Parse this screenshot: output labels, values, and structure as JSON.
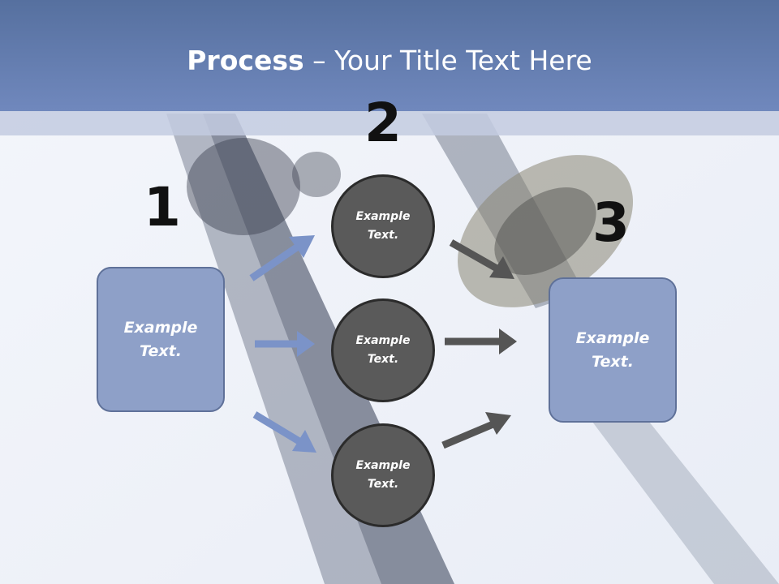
{
  "colors": {
    "header": "#6a83b8",
    "box_fill": "#8ea0c8",
    "circle_fill": "#5a5a5a",
    "arrow_blue": "#7b93c8",
    "arrow_gray": "#555555"
  },
  "title": {
    "bold": "Process",
    "rest": " – Your Title Text Here"
  },
  "steps": {
    "one": "1",
    "two": "2",
    "three": "3"
  },
  "left_box": {
    "text": "Example Text."
  },
  "circles": [
    {
      "text": "Example Text."
    },
    {
      "text": "Example Text."
    },
    {
      "text": "Example Text."
    }
  ],
  "right_box": {
    "text": "Example Text."
  }
}
